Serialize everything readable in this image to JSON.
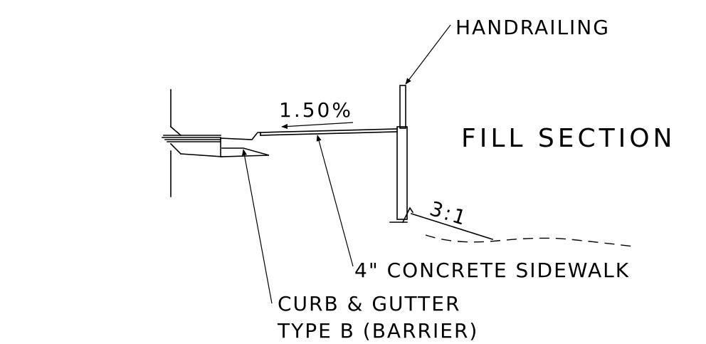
{
  "labels": {
    "handrailing": "HANDRAILING",
    "slope": "1.50%",
    "section_title": "FILL SECTION",
    "ratio": "3:1",
    "sidewalk": "4\" CONCRETE SIDEWALK",
    "curb_line1": "CURB & GUTTER",
    "curb_line2": "TYPE B (BARRIER)"
  }
}
